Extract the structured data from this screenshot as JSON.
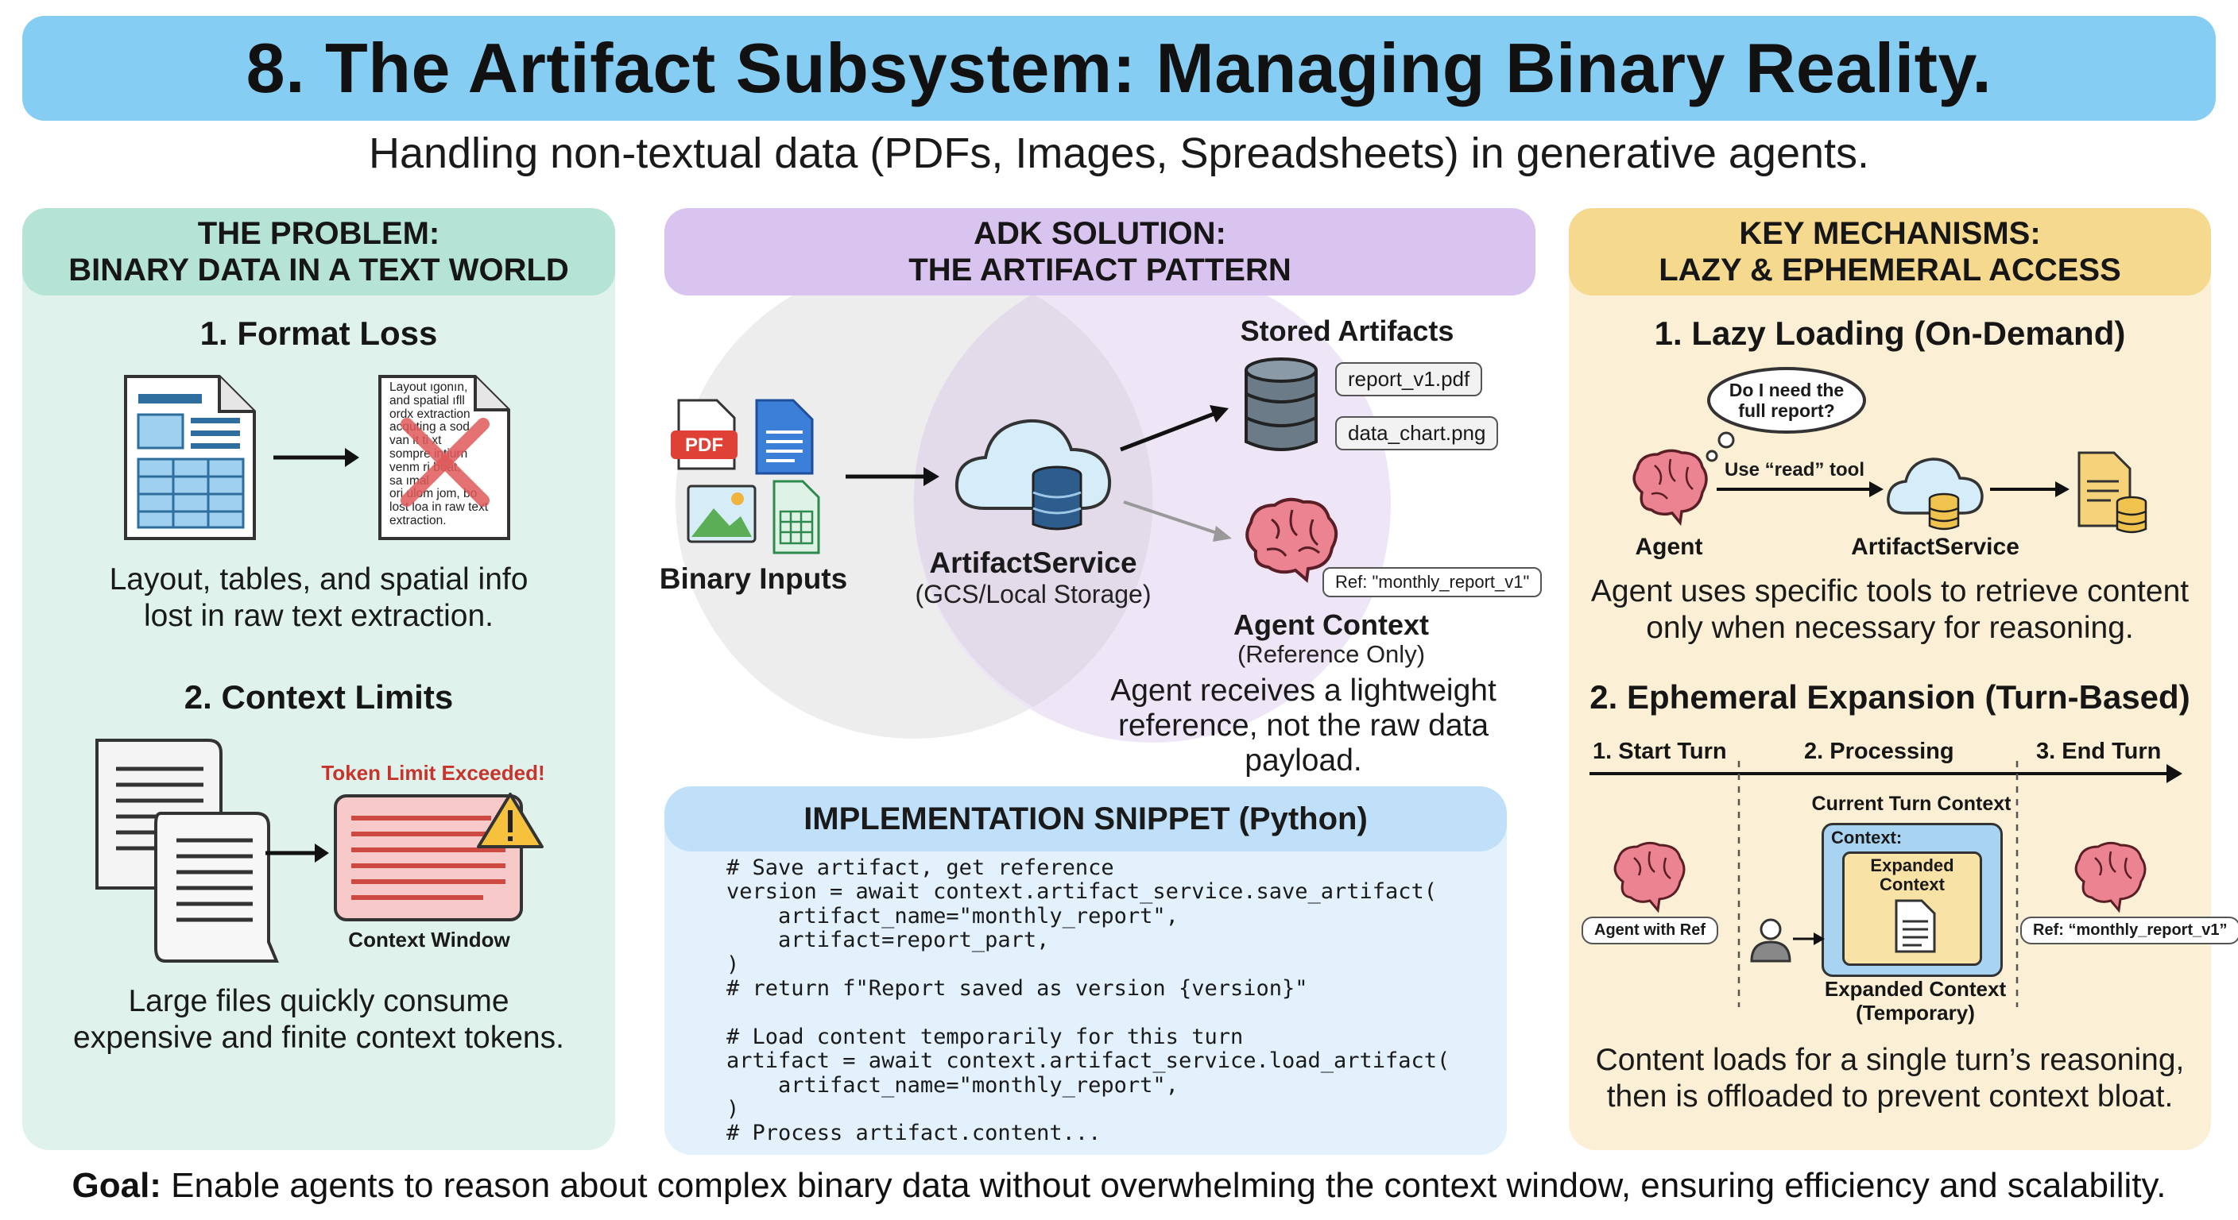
{
  "title": "8. The Artifact Subsystem: Managing Binary Reality.",
  "subtitle": "Handling non-textual data (PDFs, Images, Spreadsheets) in generative agents.",
  "problem": {
    "header_line1": "THE PROBLEM:",
    "header_line2": "BINARY DATA IN A TEXT WORLD",
    "format_loss": {
      "title": "1. Format Loss",
      "garbled_lines": [
        "Layout ıgonın,",
        "and spatial ıfll",
        "ordx extraction",
        "acquting a sod",
        "van it ti  xt",
        "sompre intiurn",
        "venm ri  boat,",
        "sa  ımal",
        "ori ulom jom, bo",
        "lost loa in raw text",
        "extraction."
      ],
      "caption_line1": "Layout, tables, and spatial info",
      "caption_line2": "lost in raw text extraction."
    },
    "context_limits": {
      "title": "2. Context Limits",
      "warning": "Token Limit Exceeded!",
      "window_label": "Context Window",
      "caption_line1": "Large files quickly consume",
      "caption_line2": "expensive and finite context tokens."
    }
  },
  "solution": {
    "header_line1": "ADK SOLUTION:",
    "header_line2": "THE ARTIFACT PATTERN",
    "pdf_badge": "PDF",
    "binary_inputs": "Binary Inputs",
    "service_name": "ArtifactService",
    "service_sub": "(GCS/Local Storage)",
    "stored_title": "Stored Artifacts",
    "stored_files": [
      "report_v1.pdf",
      "data_chart.png"
    ],
    "ref_tag": "Ref: \"monthly_report_v1\"",
    "agent_context": "Agent Context",
    "agent_context_sub": "(Reference Only)",
    "caption_line1": "Agent receives a lightweight",
    "caption_line2": "reference, not the raw data payload."
  },
  "code": {
    "header": "IMPLEMENTATION SNIPPET (Python)",
    "lines": [
      "# Save artifact, get reference",
      "version = await context.artifact_service.save_artifact(",
      "    artifact_name=\"monthly_report\",",
      "    artifact=report_part,",
      ")",
      "# return f\"Report saved as version {version}\"",
      "",
      "# Load content temporarily for this turn",
      "artifact = await context.artifact_service.load_artifact(",
      "    artifact_name=\"monthly_report\",",
      ")",
      "# Process artifact.content..."
    ]
  },
  "mechanisms": {
    "header_line1": "KEY MECHANISMS:",
    "header_line2": "LAZY & EPHEMERAL ACCESS",
    "lazy": {
      "title": "1. Lazy Loading (On-Demand)",
      "thought_line1": "Do I need the",
      "thought_line2": "full report?",
      "tool_label": "Use “read” tool",
      "agent_label": "Agent",
      "service_label": "ArtifactService",
      "caption_line1": "Agent uses specific tools to retrieve content",
      "caption_line2": "only when necessary for reasoning."
    },
    "ephemeral": {
      "title": "2. Ephemeral Expansion (Turn-Based)",
      "steps": [
        "1. Start Turn",
        "2. Processing",
        "3. End Turn"
      ],
      "current_context": "Current Turn Context",
      "context_label": "Context:",
      "expanded_inner_line1": "Expanded",
      "expanded_inner_line2": "Context",
      "agent_with_ref": "Agent with Ref",
      "ref_tag": "Ref: “monthly_report_v1”",
      "expanded_line1": "Expanded Context",
      "expanded_line2": "(Temporary)",
      "caption_line1": "Content loads for a single turn’s reasoning,",
      "caption_line2": "then is offloaded to prevent context bloat."
    }
  },
  "goal": {
    "label": "Goal:",
    "text": " Enable agents to reason about complex binary data without overwhelming the context window, ensuring efficiency and scalability."
  },
  "colors": {
    "title_bar": "#85cdf2",
    "problem_panel": "#dff3ec",
    "solution_header": "#d9c3ef",
    "mechanisms_panel": "#fbf0d6",
    "code_panel": "#e3f1fc",
    "warning_red": "#c8332b",
    "brain_pink": "#ec7f8c"
  }
}
